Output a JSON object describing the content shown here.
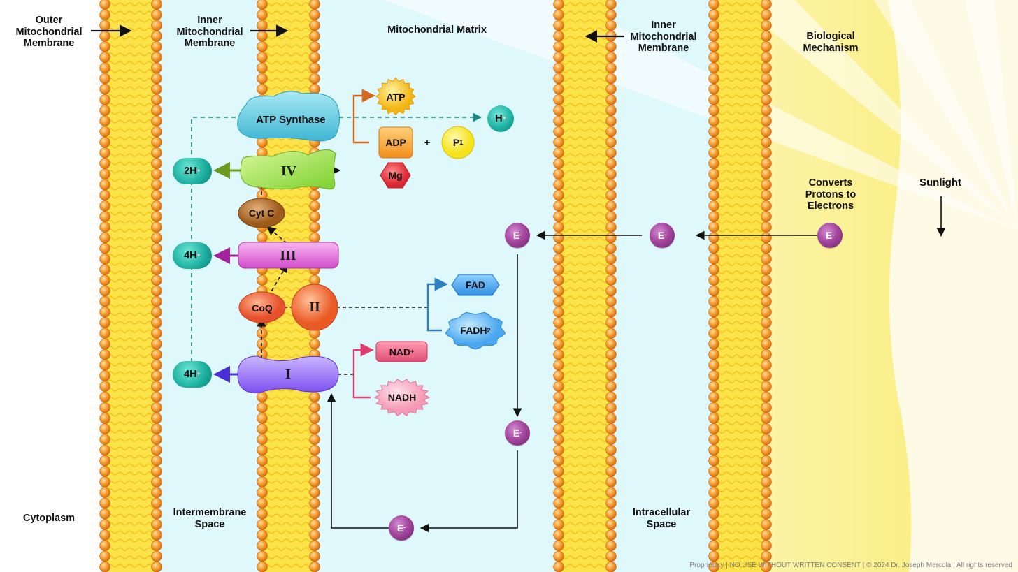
{
  "labels": {
    "outer_membrane": "Outer\nMitochondrial\nMembrane",
    "inner_membrane_left": "Inner\nMitochondrial\nMembrane",
    "matrix": "Mitochondrial Matrix",
    "inner_membrane_right": "Inner\nMitochondrial\nMembrane",
    "biological_mechanism": "Biological\nMechanism",
    "cytoplasm": "Cytoplasm",
    "intermembrane_space": "Intermembrane\nSpace",
    "intracellular_space": "Intracellular\nSpace",
    "converts": "Converts\nProtons to\nElectrons",
    "sunlight": "Sunlight"
  },
  "complexes": {
    "atp_synthase": "ATP Synthase",
    "iv": "IV",
    "cyt_c": "Cyt C",
    "iii": "III",
    "coq": "CoQ",
    "ii": "II",
    "i": "I"
  },
  "molecules": {
    "atp": "ATP",
    "adp": "ADP",
    "plus": "+",
    "p_main": "P",
    "p_sub": "1",
    "mg": "Mg",
    "fad": "FAD",
    "fadh_main": "FADH",
    "fadh_sub": "2",
    "nad_main": "NAD",
    "nad_sup": "+",
    "nadh": "NADH"
  },
  "protons": {
    "h_main": "H",
    "h_sup": "+",
    "h2_main": "2H",
    "h2_sup": "+",
    "h4a_main": "4H",
    "h4a_sup": "+",
    "h4b_main": "4H",
    "h4b_sup": "+"
  },
  "electron": {
    "main": "E",
    "sup": "-"
  },
  "copyright": "Proprietary | NO USE WITHOUT WRITTEN CONSENT | © 2024 Dr. Joseph Mercola | All rights reserved",
  "colors": {
    "matrix_bg": "#dff8fc",
    "membrane_yellow": "#fde34a",
    "bead_orange": "#f79a2e",
    "proton_teal": "#1fb3a3",
    "electron_purple": "#a4489f",
    "sunlight_yellow": "#fbef8a"
  }
}
